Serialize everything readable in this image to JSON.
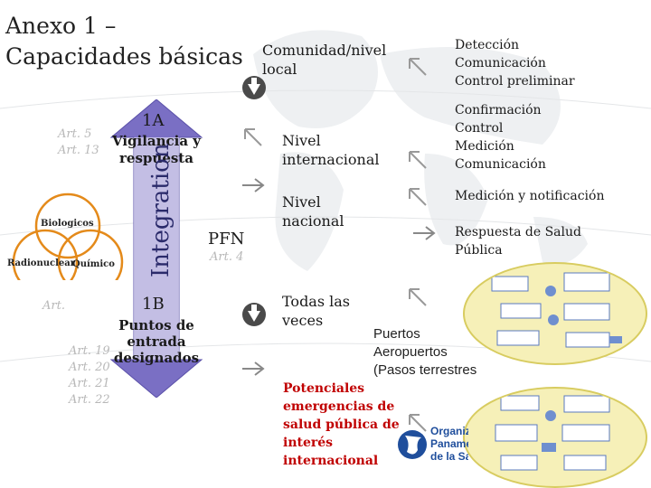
{
  "title": {
    "line1": "Anexo 1 –",
    "line2": "Capacidades básicas"
  },
  "arrow_block": {
    "top_code": "1A",
    "top_text_1": "Vigilancia y",
    "top_text_2": "respuesta",
    "side": "Integration",
    "bottom_code": "1B",
    "bottom_text_1": "Puntos de",
    "bottom_text_2": "entrada",
    "bottom_text_3": "designados"
  },
  "venn": {
    "a": "Biologicos",
    "b": "Radionuclear",
    "c": "Químico"
  },
  "articles_left": [
    "Art. 5",
    "Art. 13",
    "Art. 19",
    "Art. 20",
    "Art. 21",
    "Art. 22"
  ],
  "articles_misc": {
    "art_bottom": "Art.",
    "art_pfn": "Art. 4"
  },
  "pfn": "PFN",
  "levels": {
    "community_1": "Comunidad/nivel",
    "community_2": "local",
    "international_1": "Nivel",
    "international_2": "internacional",
    "national_1": "Nivel",
    "national_2": "nacional",
    "always_1": "Todas las",
    "always_2": "veces"
  },
  "actions": {
    "detection": [
      "Detección",
      "Comunicación",
      "Control preliminar"
    ],
    "confirmation": [
      "Confirmación",
      "Control",
      "Medición",
      "Comunicación"
    ],
    "measure": "Medición y notificación",
    "response_1": "Respuesta de Salud",
    "response_2": "Pública"
  },
  "points": {
    "ports": "Puertos",
    "airports": "Aeropuertos",
    "land": "(Pasos terrestres"
  },
  "potential": [
    "Potenciales",
    "emergencias de",
    "salud pública de",
    "interés",
    "internacional"
  ],
  "org": {
    "line1": "Organiz",
    "line2": "Panamer",
    "line3": "de la Sa"
  },
  "colors": {
    "arrow": "#7a6fc4",
    "red_text": "#c00000",
    "org_blue": "#1f4e9c",
    "venn_stroke": "#e48a1a"
  }
}
